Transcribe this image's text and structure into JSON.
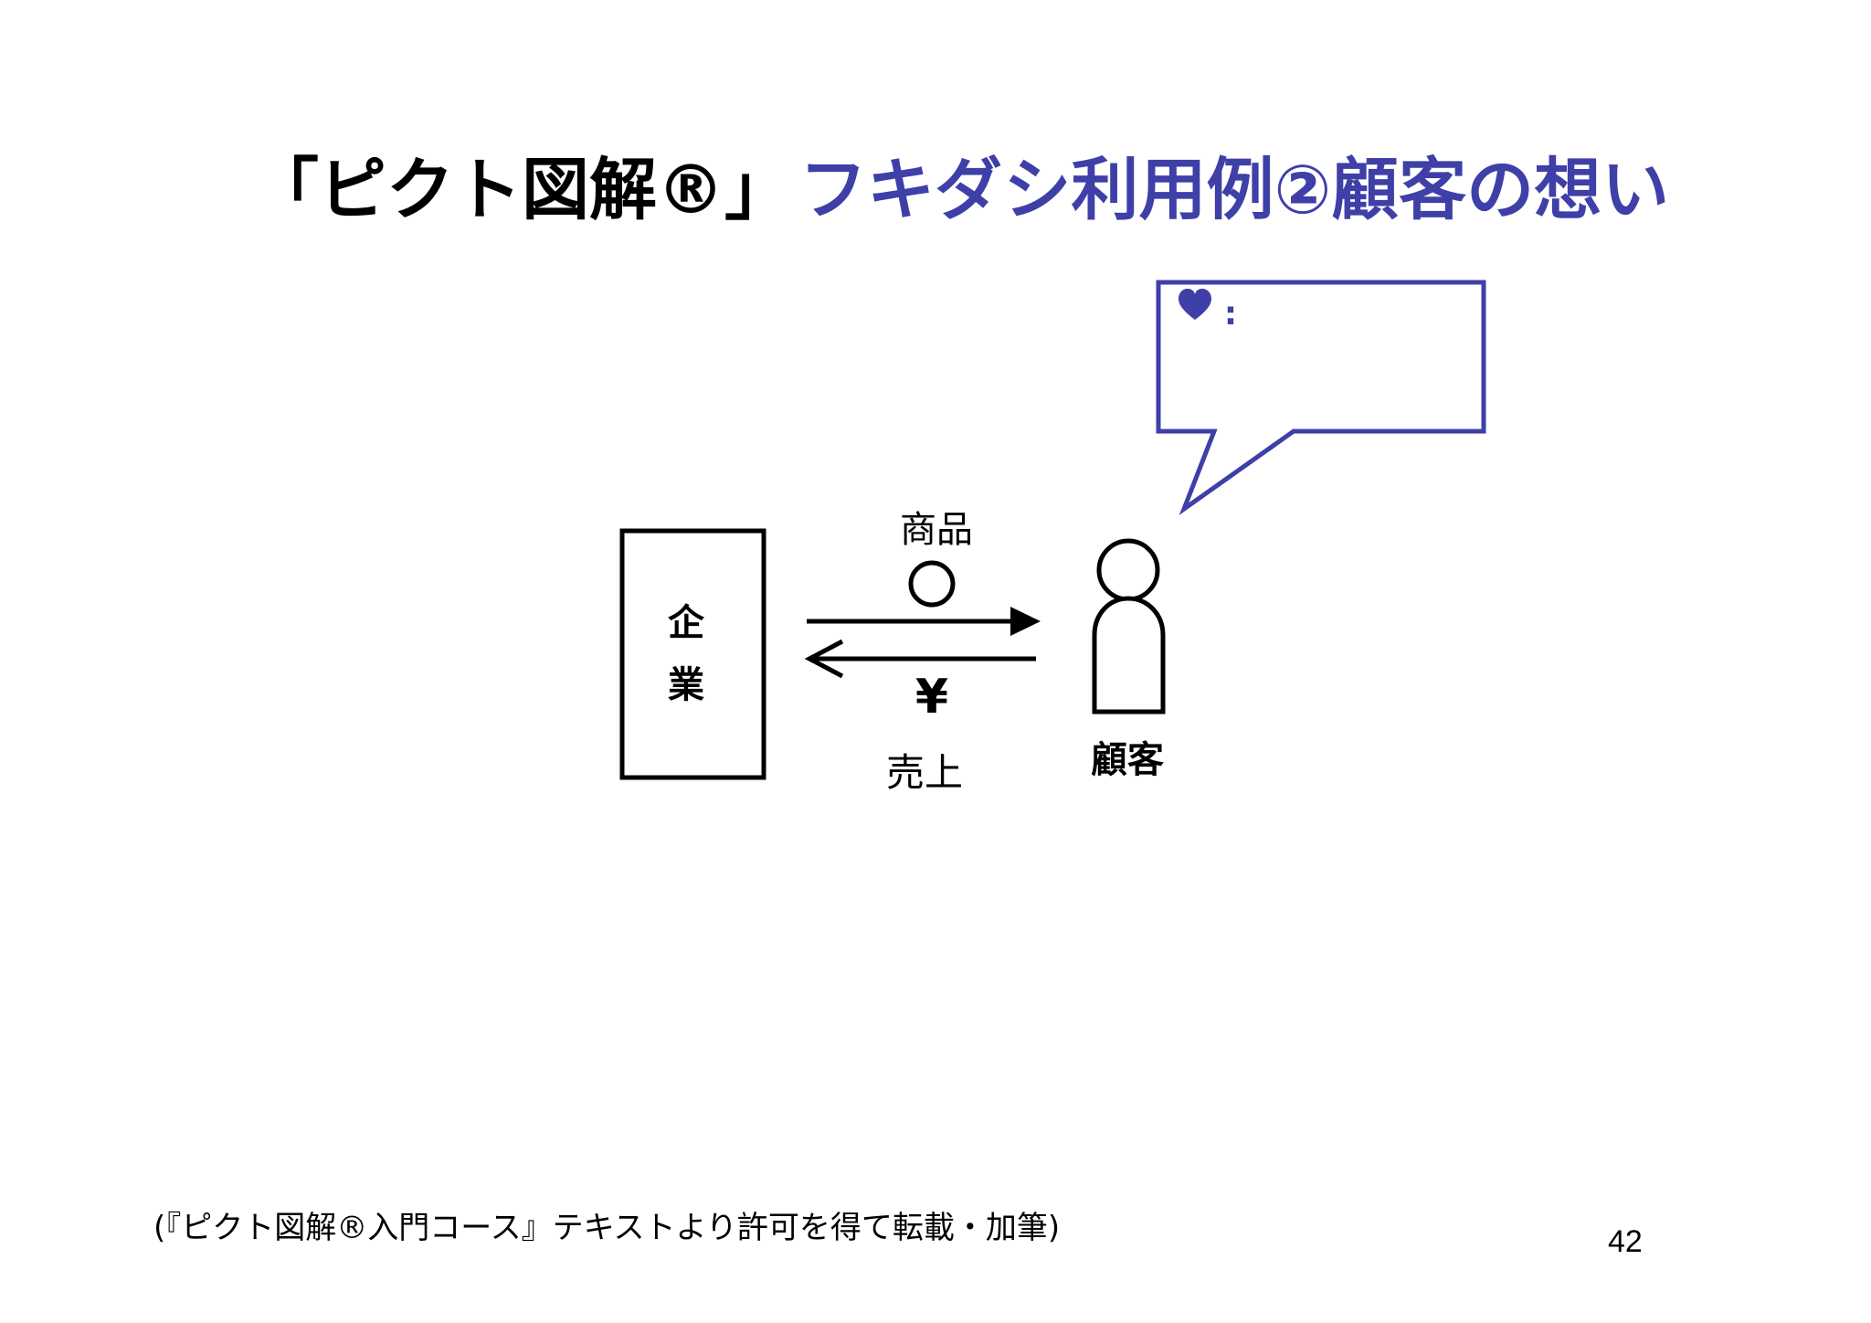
{
  "title": {
    "part1": "「ピクト図解®」",
    "part2": "フキダシ利用例②顧客の想い"
  },
  "diagram": {
    "company_chars": [
      "企",
      "業"
    ],
    "product_label": "商品",
    "yen_symbol": "¥",
    "sales_label": "売上",
    "customer_label": "顧客",
    "bubble_prefix": ":",
    "heart_icon": "heart-icon"
  },
  "colors": {
    "accent": "#3f3fa8",
    "text": "#000000"
  },
  "footer": {
    "note": "(『ピクト図解®入門コース』テキストより許可を得て転載・加筆)",
    "page_number": "42"
  }
}
